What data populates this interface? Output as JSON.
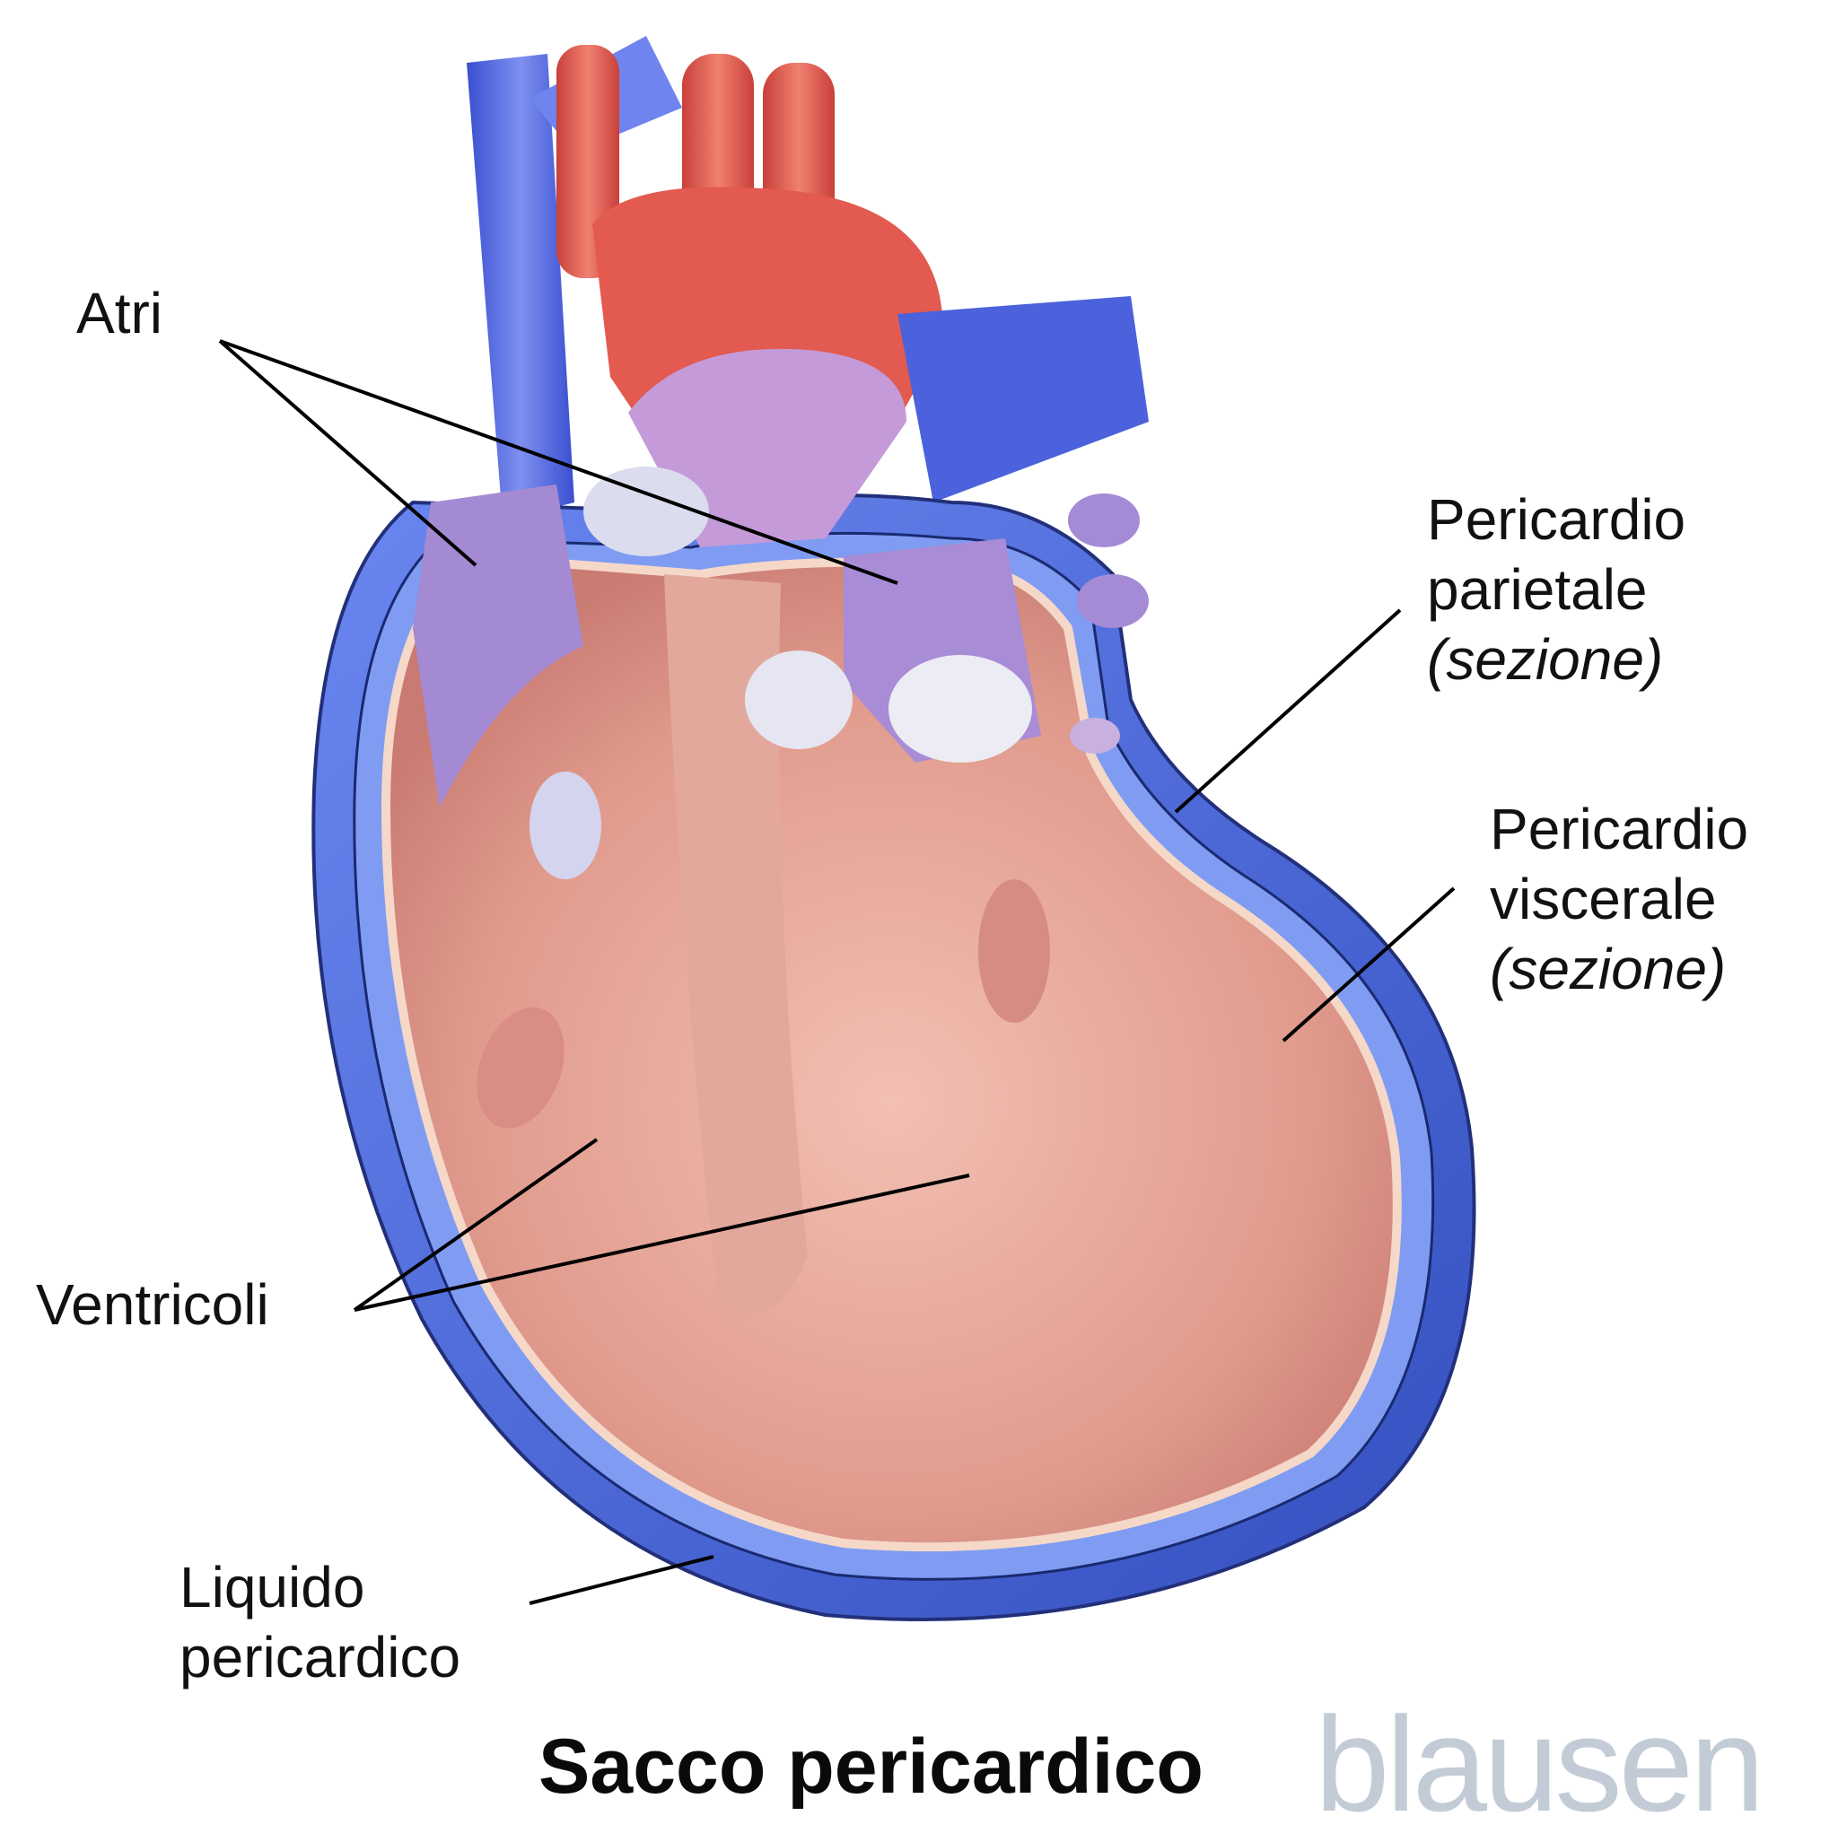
{
  "diagram": {
    "title": "Sacco pericardico",
    "brand": "blausen",
    "labels": {
      "atri": "Atri",
      "pericardio_parietale": {
        "line1": "Pericardio",
        "line2": "parietale",
        "line3": "(sezione)"
      },
      "pericardio_viscerale": {
        "line1": "Pericardio",
        "line2": "viscerale",
        "line3": "(sezione)"
      },
      "ventricoli": "Ventricoli",
      "liquido_pericardico": {
        "line1": "Liquido",
        "line2": "pericardico"
      }
    },
    "colors": {
      "vein_blue": "#5a6fe0",
      "artery_red": "#e0584f",
      "atrium_purple": "#a68ad0",
      "myocardium_pink": "#e8a498",
      "pericardium_blue": "#4a66d0",
      "brand_gray": "#c3ccd6",
      "leader_line": "#000000"
    }
  }
}
